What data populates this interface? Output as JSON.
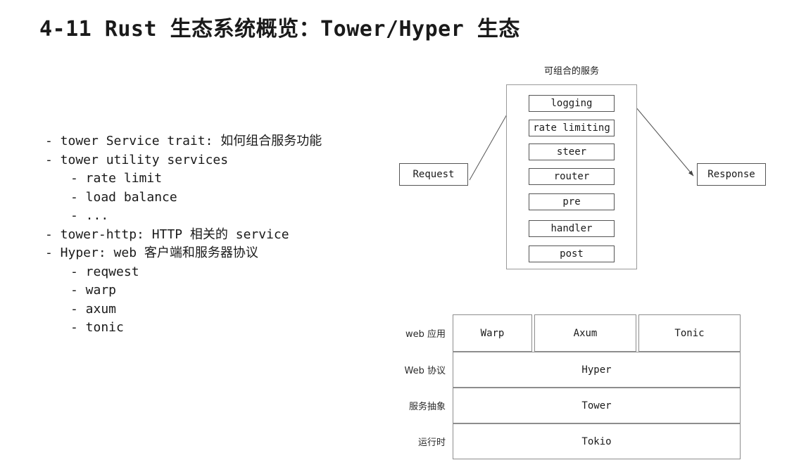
{
  "slide": {
    "title": "4-11 Rust 生态系统概览：Tower/Hyper 生态"
  },
  "bullets": [
    {
      "level": 1,
      "text": "- tower Service trait: 如何组合服务功能"
    },
    {
      "level": 1,
      "text": "- tower utility services"
    },
    {
      "level": 2,
      "text": "- rate limit"
    },
    {
      "level": 2,
      "text": "- load balance"
    },
    {
      "level": 2,
      "text": "- ..."
    },
    {
      "level": 1,
      "text": "- tower-http: HTTP 相关的 service"
    },
    {
      "level": 1,
      "text": "- Hyper: web 客户端和服务器协议"
    },
    {
      "level": 2,
      "text": "- reqwest"
    },
    {
      "level": 2,
      "text": "- warp"
    },
    {
      "level": 2,
      "text": "- axum"
    },
    {
      "level": 2,
      "text": "- tonic"
    }
  ],
  "diagram": {
    "caption": "可组合的服务",
    "request_label": "Request",
    "response_label": "Response",
    "stack": [
      {
        "label": "logging"
      },
      {
        "label": "rate limiting"
      },
      {
        "label": "steer"
      },
      {
        "label": "router"
      },
      {
        "label": "pre"
      },
      {
        "label": "handler"
      },
      {
        "label": "post"
      }
    ]
  },
  "layer_table": {
    "row_labels": [
      "web 应用",
      "Web 协议",
      "服务抽象",
      "运行时"
    ],
    "rows": [
      {
        "cells": [
          "Warp",
          "Axum",
          "Tonic"
        ]
      },
      {
        "cells": [
          "Hyper"
        ]
      },
      {
        "cells": [
          "Tower"
        ]
      },
      {
        "cells": [
          "Tokio"
        ]
      }
    ]
  },
  "colors": {
    "text": "#1a1a1a",
    "border": "#555555",
    "container_border": "#9a9a9a",
    "arrow": "#444444",
    "background": "#ffffff"
  }
}
